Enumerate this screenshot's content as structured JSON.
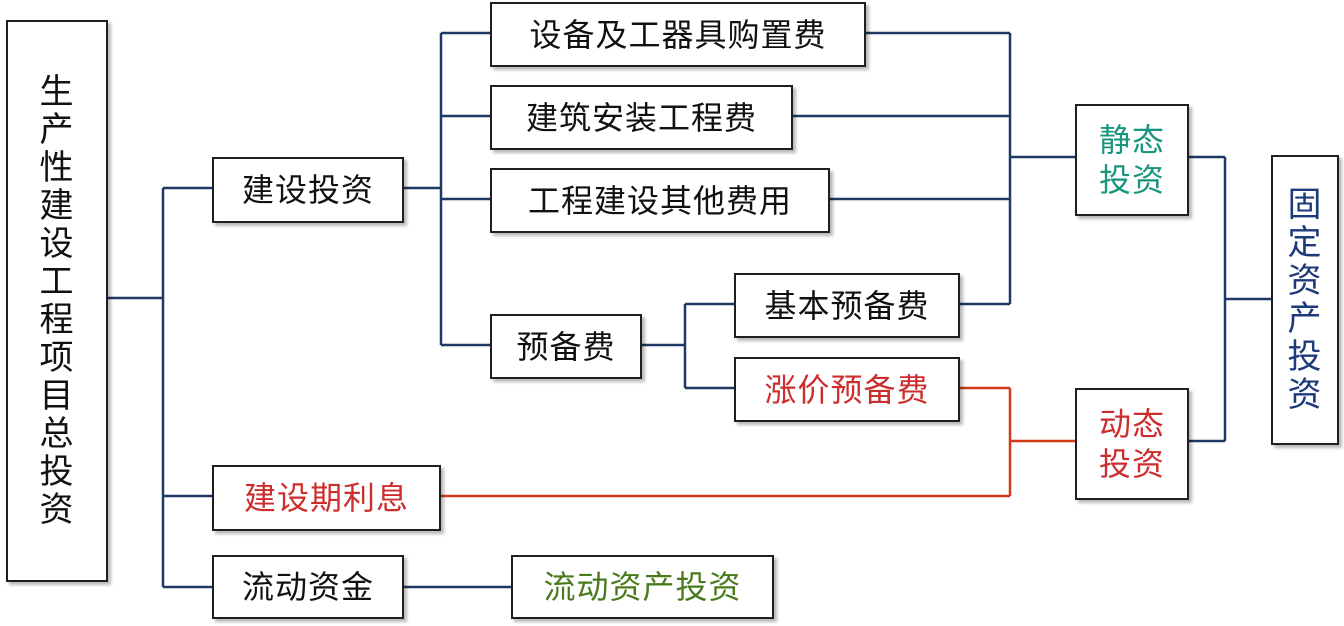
{
  "colors": {
    "connector": "#1f3864",
    "dynamic_connector": "#d23b18",
    "text_default": "#111111",
    "text_red": "#cc2e2e",
    "text_teal": "#19957d",
    "text_green": "#4a7a1c",
    "text_navy": "#1f3a7a"
  },
  "nodes": {
    "total_investment": {
      "chars": [
        "生",
        "产",
        "性",
        "建",
        "设",
        "工",
        "程",
        "项",
        "目",
        "总",
        "投",
        "资"
      ]
    },
    "construction_investment": {
      "label": "建设投资"
    },
    "interest_during_construction": {
      "label": "建设期利息"
    },
    "working_capital": {
      "label": "流动资金"
    },
    "equipment_purchase": {
      "label": "设备及工器具购置费"
    },
    "construction_installation": {
      "label": "建筑安装工程费"
    },
    "other_construction_costs": {
      "label": "工程建设其他费用"
    },
    "contingency": {
      "label": "预备费"
    },
    "basic_contingency": {
      "label": "基本预备费"
    },
    "price_contingency": {
      "label": "涨价预备费"
    },
    "current_assets_investment": {
      "label": "流动资产投资"
    },
    "static_investment": {
      "lines": [
        "静态",
        "投资"
      ]
    },
    "dynamic_investment": {
      "lines": [
        "动态",
        "投资"
      ]
    },
    "fixed_asset_investment": {
      "chars": [
        "固",
        "定",
        "资",
        "产",
        "投",
        "资"
      ]
    }
  }
}
